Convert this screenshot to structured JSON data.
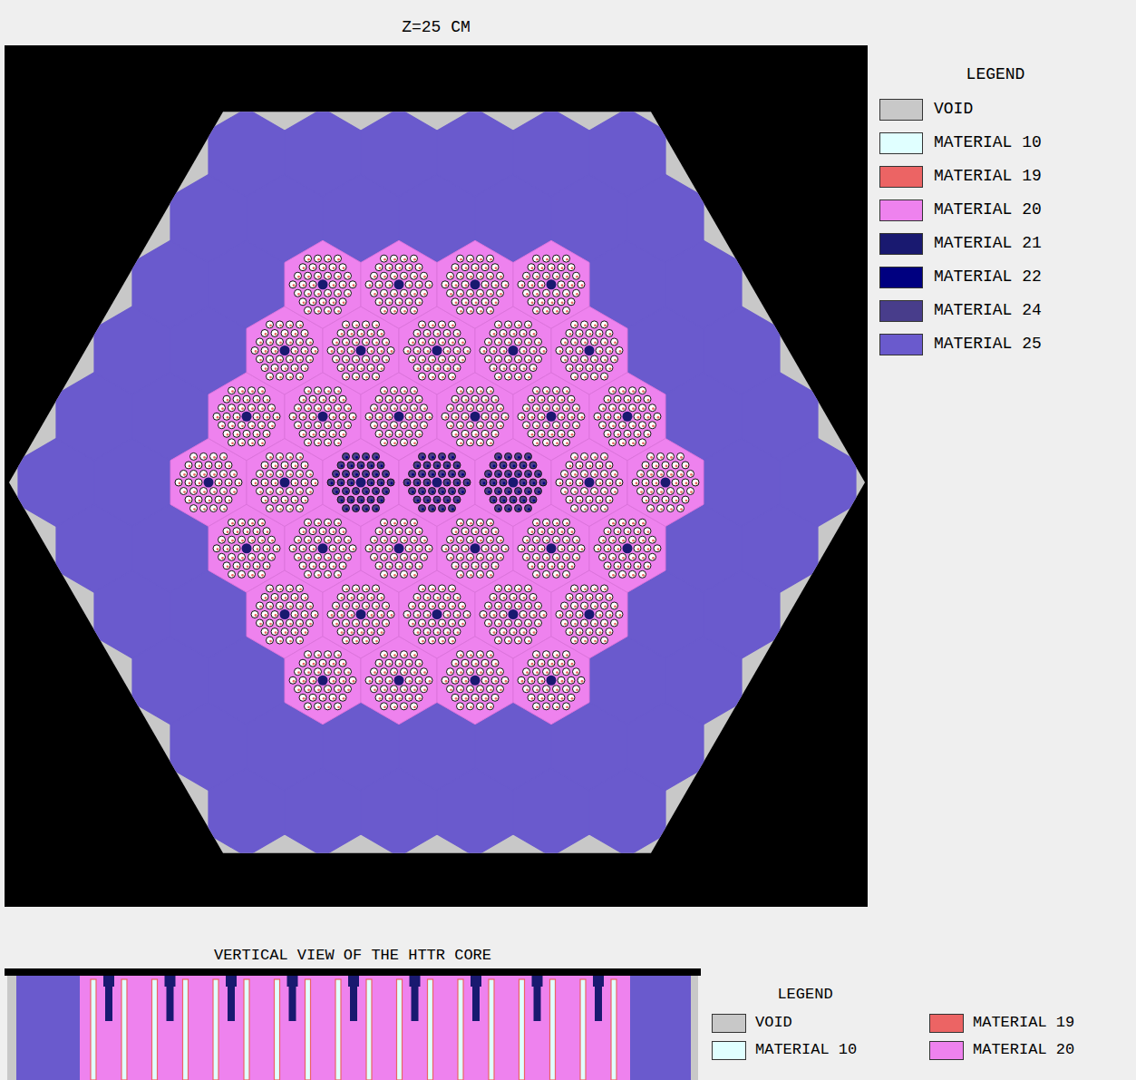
{
  "diagram": {
    "title": "Z=25 CM",
    "labels": [
      "LEGEND",
      "VERTICAL VIEW OF THE HTTR CORE",
      "LEGEND"
    ],
    "legend": [
      {
        "text": "VOID",
        "color": "#c8c8c8"
      },
      {
        "text": "MATERIAL 10",
        "color": "#e0ffff"
      },
      {
        "text": "MATERIAL 19",
        "color": "#ec6464"
      },
      {
        "text": "MATERIAL 20",
        "color": "#ee82ee"
      },
      {
        "text": "MATERIAL 21",
        "color": "#191970"
      },
      {
        "text": "MATERIAL 22",
        "color": "#000080"
      },
      {
        "text": "MATERIAL 24",
        "color": "#483d8b"
      },
      {
        "text": "MATERIAL 25",
        "color": "#6a5acd"
      },
      {
        "text": "VOID",
        "color": "#c8c8c8"
      },
      {
        "text": "MATERIAL 10",
        "color": "#e0ffff"
      },
      {
        "text": "MATERIAL 19",
        "color": "#ec6464"
      },
      {
        "text": "MATERIAL 20",
        "color": "#ee82ee"
      }
    ]
  }
}
